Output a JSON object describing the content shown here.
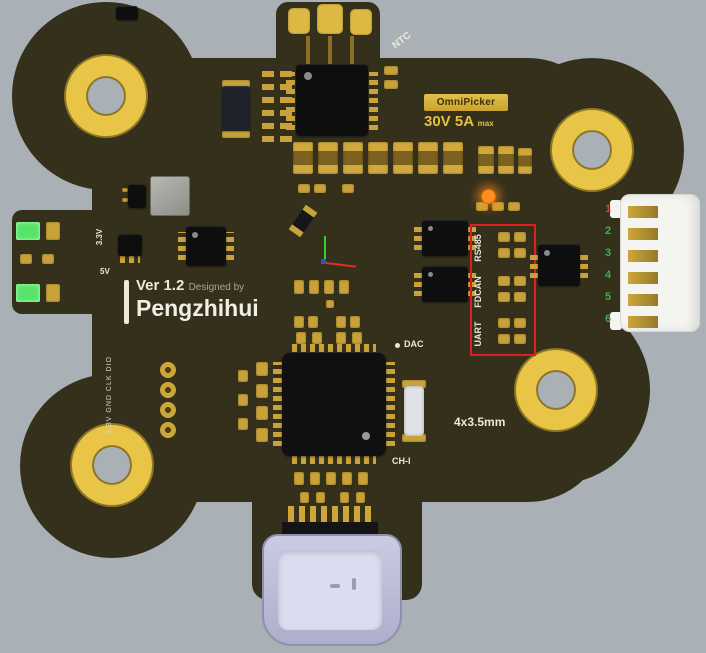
{
  "scene": {
    "background": "#a9b1b7",
    "board_color": "#34301b",
    "pad_gold": "#c9a339",
    "ring_gold": "#e8c546",
    "silkscreen_white": "#ece8da",
    "annotation_red": "#e01e1e",
    "led_orange": "#ff8d1f",
    "led_green": "#57e468",
    "usb_shell_lavender": "#c3c3de",
    "connector_white": "#f4f4f1"
  },
  "labels": {
    "ntc": "NTC",
    "brand": "OmniPicker",
    "rating": "30V 5A",
    "rating_max": "max",
    "version": "Ver 1.2",
    "designed_by": "Designed by",
    "author": "Pengzhihui",
    "dac": "DAC",
    "ch1": "CH-I",
    "mounting": "4x3.5mm",
    "v33": "3.3V",
    "v5": "5V",
    "debug_header": "3.3V GND CLK DIO",
    "bus_rs485": "RS485",
    "bus_fdcan": "FDCAN",
    "bus_uart": "UART"
  },
  "connector": {
    "pins": [
      {
        "n": "1",
        "color": "#d84128"
      },
      {
        "n": "2",
        "color": "#3fae4a"
      },
      {
        "n": "3",
        "color": "#3fae4a"
      },
      {
        "n": "4",
        "color": "#3fae4a"
      },
      {
        "n": "5",
        "color": "#3fae4a"
      },
      {
        "n": "6",
        "color": "#3fae4a"
      }
    ]
  }
}
